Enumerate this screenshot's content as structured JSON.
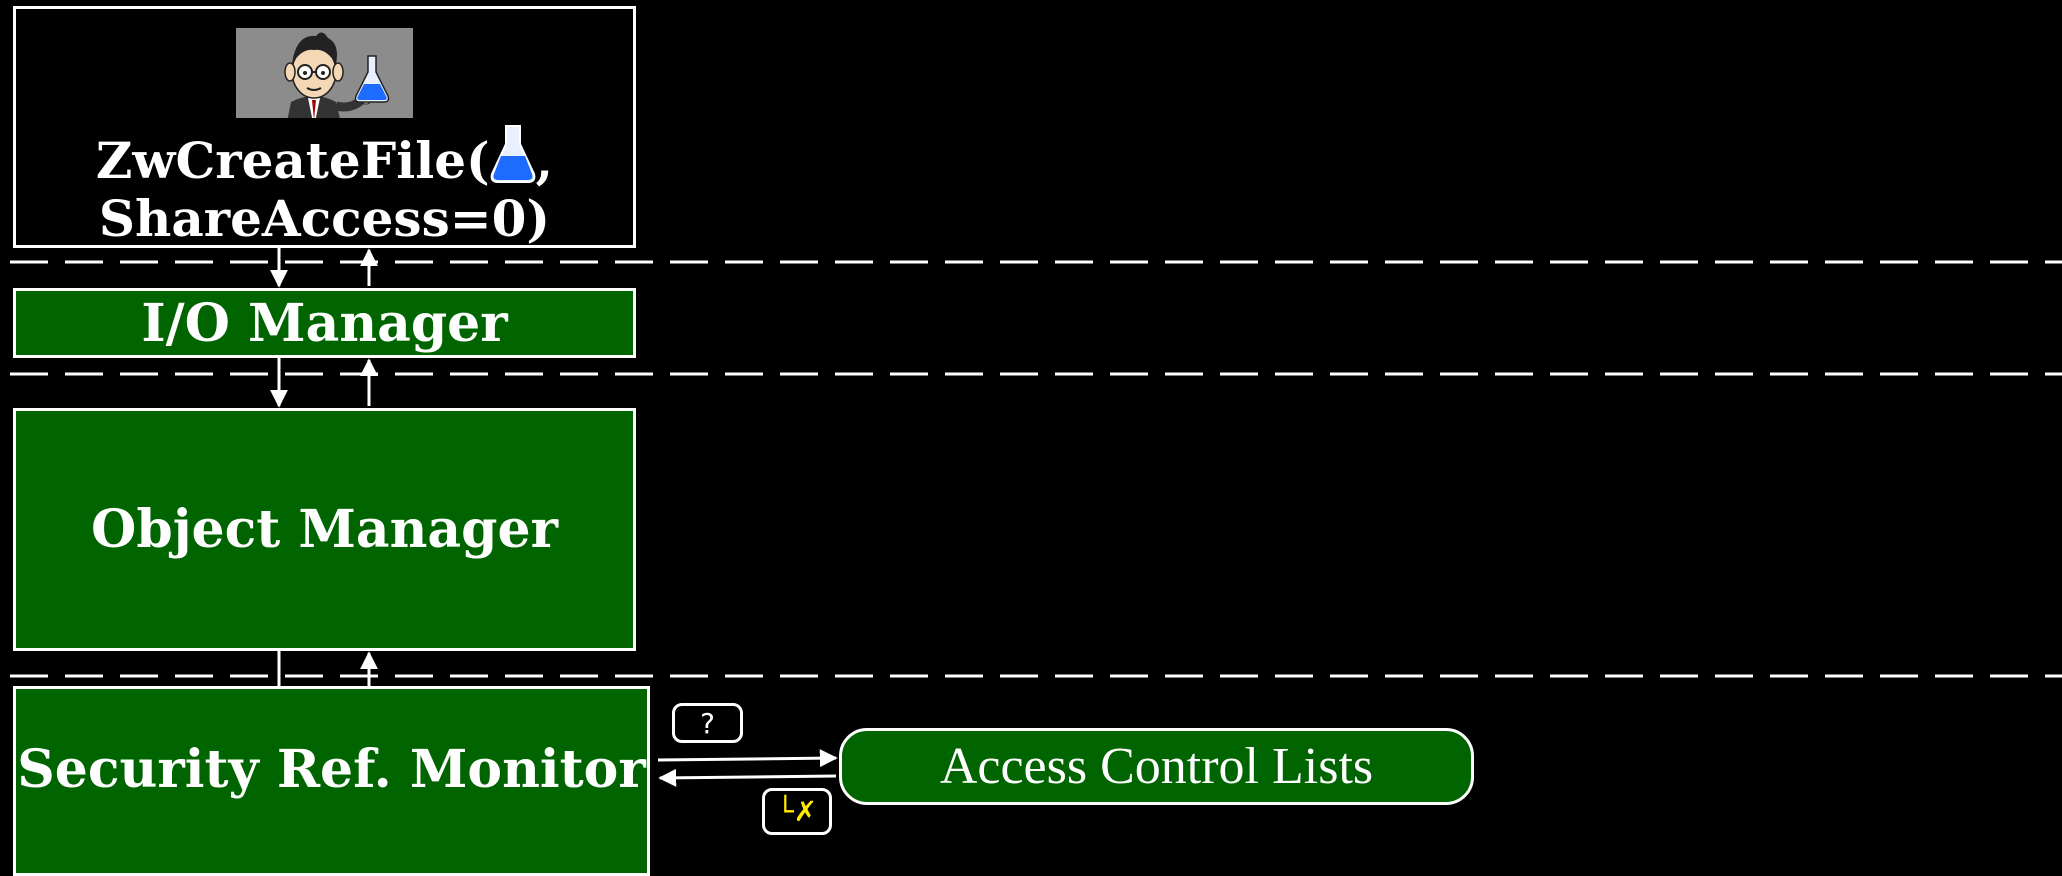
{
  "colors": {
    "background": "#000000",
    "layer_box": "#006400",
    "line": "#ffffff",
    "denied_mark": "#ffeb00",
    "flask_liquid": "#1e6bff"
  },
  "app": {
    "call_line1": "ZwCreateFile(",
    "call_line1_end": ",",
    "call_line2": "ShareAccess=0)",
    "image_icon": "scientist-with-flask",
    "inline_icon": "flask-icon"
  },
  "layers": {
    "io_manager": "I/O Manager",
    "object_manager": "Object Manager",
    "security_ref_monitor": "Security Ref. Monitor"
  },
  "acl": {
    "label": "Access Control Lists"
  },
  "bubbles": {
    "question": "?",
    "denied": "└✗"
  }
}
